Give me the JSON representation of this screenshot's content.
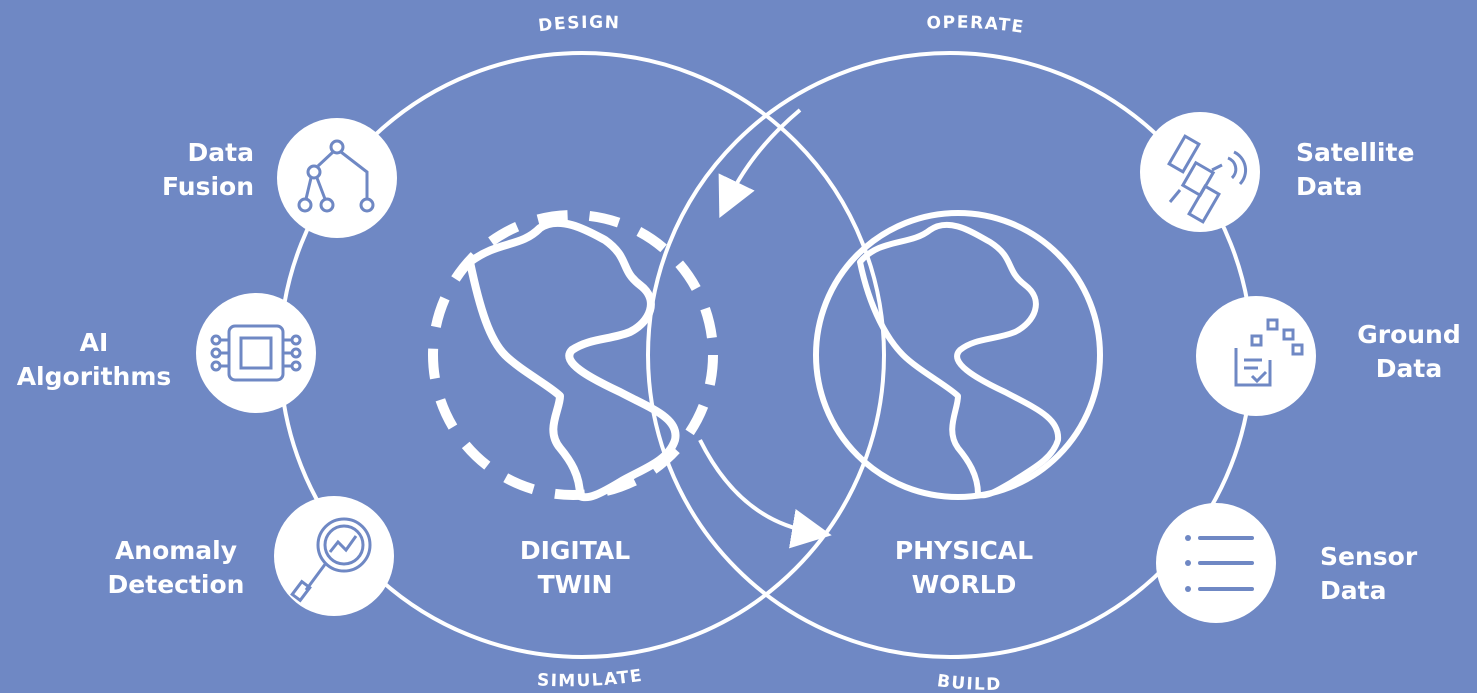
{
  "stages": {
    "design": "DESIGN",
    "operate": "OPERATE",
    "simulate": "SIMULATE",
    "build": "BUILD"
  },
  "left_nodes": [
    {
      "line1": "Data",
      "line2": "Fusion",
      "icon": "tree-network-icon"
    },
    {
      "line1": "AI",
      "line2": "Algorithms",
      "icon": "chip-icon"
    },
    {
      "line1": "Anomaly",
      "line2": "Detection",
      "icon": "magnifier-chart-icon"
    }
  ],
  "right_nodes": [
    {
      "line1": "Satellite",
      "line2": "Data",
      "icon": "satellite-icon"
    },
    {
      "line1": "Ground",
      "line2": "Data",
      "icon": "clipboard-data-icon"
    },
    {
      "line1": "Sensor",
      "line2": "Data",
      "icon": "list-icon"
    }
  ],
  "centers": {
    "digital_line1": "DIGITAL",
    "digital_line2": "TWIN",
    "physical_line1": "PHYSICAL",
    "physical_line2": "WORLD"
  },
  "colors": {
    "background": "#6f88c4",
    "foreground": "#ffffff",
    "icon": "#6f88c4"
  }
}
